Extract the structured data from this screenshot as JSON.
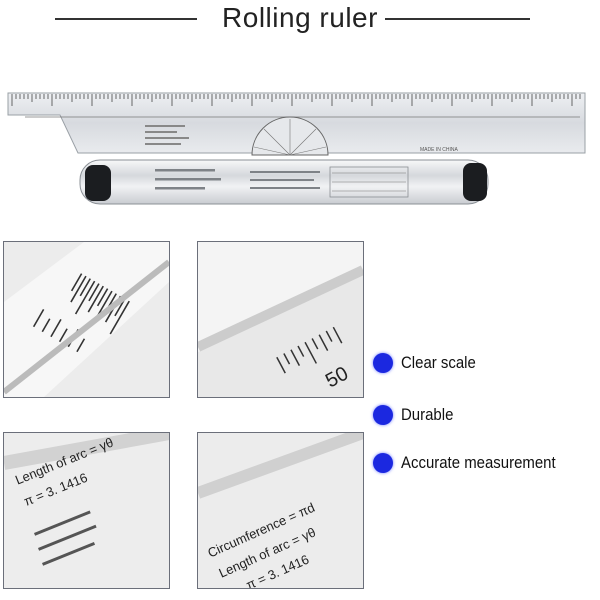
{
  "title": "Rolling ruler",
  "product": {
    "ruler_mark": "MADE IN CHINA"
  },
  "features": [
    {
      "label": "Clear scale",
      "icon": "blue-dot-icon"
    },
    {
      "label": "Durable",
      "icon": "blue-dot-icon"
    },
    {
      "label": "Accurate measurement",
      "icon": "blue-dot-icon"
    }
  ],
  "detail_texts": {
    "circumference": "Circumference = πd",
    "arc": "Length of arc = γθ",
    "pi": "π = 3. 1416",
    "scale_number": "50"
  },
  "colors": {
    "bullet": "#1b28e0",
    "text": "#111111",
    "panel_border": "#6b6f7a"
  }
}
